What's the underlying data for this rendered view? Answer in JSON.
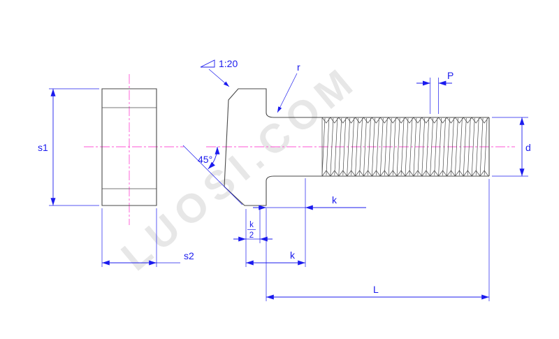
{
  "left_view": {
    "s1": "s1",
    "s2": "s2"
  },
  "side_view": {
    "taper": "1:20",
    "chamfer_angle": "45°",
    "fillet_radius": "r",
    "k_upper": "k",
    "k_frac_num": "k",
    "k_frac_den": "2",
    "k_lower": "k",
    "pitch": "P",
    "diameter": "d",
    "length": "L"
  },
  "watermark": {
    "text": "LUOSI.COM"
  },
  "colors": {
    "outline": "#4a4a4a",
    "dimension": "#1b1bee",
    "centerline": "#ff55d6",
    "watermark": "#000000",
    "background": "#ffffff"
  }
}
